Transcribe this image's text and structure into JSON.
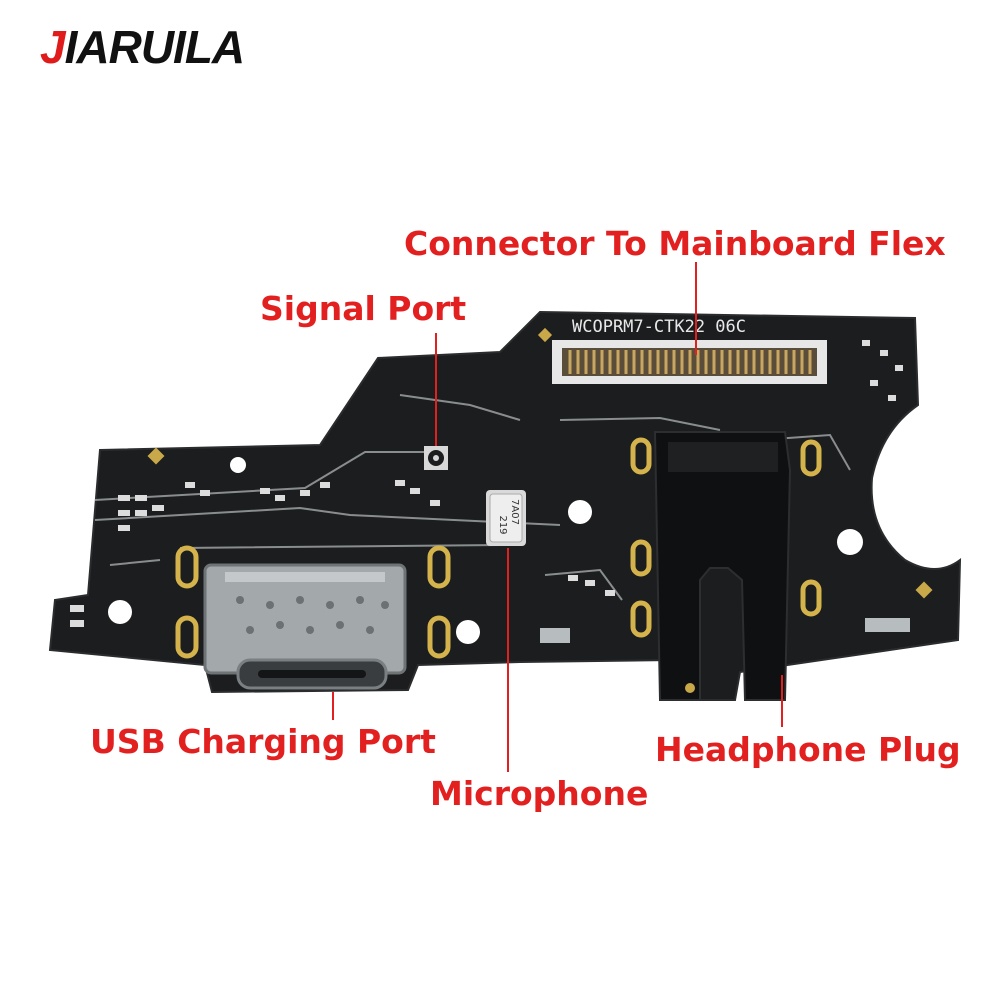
{
  "brand": {
    "first_letter": "J",
    "rest": "IARUILA"
  },
  "labels": {
    "connector": "Connector To Mainboard Flex",
    "signal": "Signal Port",
    "usb": "USB Charging Port",
    "microphone": "Microphone",
    "headphone": "Headphone Plug"
  },
  "board_text": {
    "silkscreen": "WCOPRM7-CTK22  06C",
    "mic_line1": "7A07",
    "mic_line2": "219"
  },
  "colors": {
    "label": "#e32020",
    "board": "#1b1d1f",
    "trace": "#8a8d8e",
    "gold": "#d4b24c",
    "metal": "#9ea3a6"
  }
}
